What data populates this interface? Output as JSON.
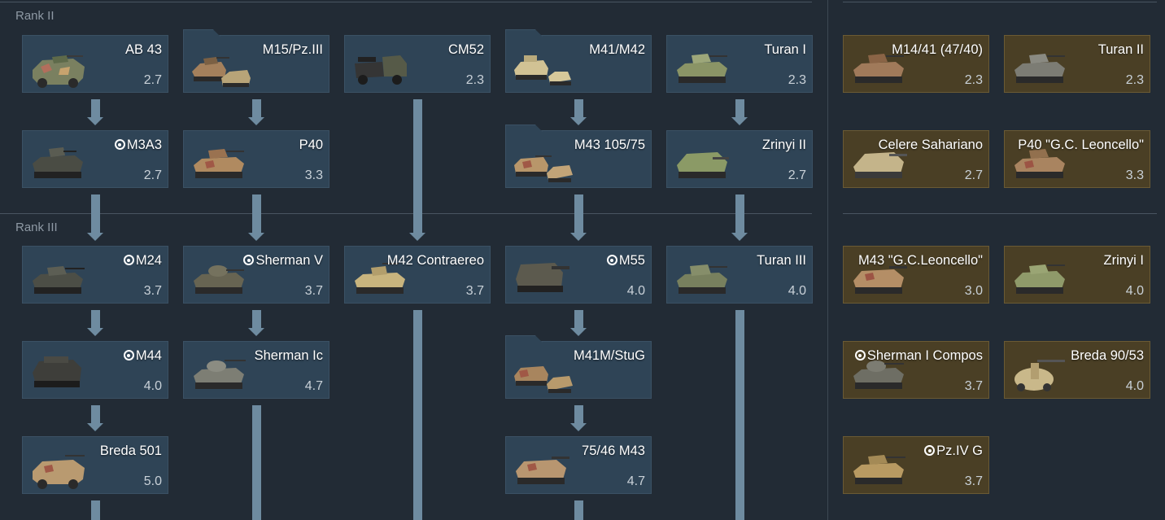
{
  "ranks": [
    "Rank II",
    "Rank III"
  ],
  "vehicles": {
    "ab43": {
      "name": "AB 43",
      "br": "2.7",
      "squad": false
    },
    "m15": {
      "name": "M15/Pz.III",
      "br": "",
      "squad": false
    },
    "cm52": {
      "name": "CM52",
      "br": "2.3",
      "squad": false
    },
    "m41m42": {
      "name": "M41/M42",
      "br": "",
      "squad": false
    },
    "turan1": {
      "name": "Turan I",
      "br": "2.3",
      "squad": false
    },
    "m3a3": {
      "name": "M3A3",
      "br": "2.7",
      "squad": true
    },
    "p40": {
      "name": "P40",
      "br": "3.3",
      "squad": false
    },
    "m43_105": {
      "name": "M43 105/75",
      "br": "",
      "squad": false
    },
    "zrinyi2": {
      "name": "Zrinyi II",
      "br": "2.7",
      "squad": false
    },
    "m24": {
      "name": "M24",
      "br": "3.7",
      "squad": true
    },
    "shermanv": {
      "name": "Sherman V",
      "br": "3.7",
      "squad": true
    },
    "m42c": {
      "name": "M42 Contraereo",
      "br": "3.7",
      "squad": false
    },
    "m55": {
      "name": "M55",
      "br": "4.0",
      "squad": true
    },
    "turan3": {
      "name": "Turan III",
      "br": "4.0",
      "squad": false
    },
    "m44": {
      "name": "M44",
      "br": "4.0",
      "squad": true
    },
    "shermanic": {
      "name": "Sherman Ic",
      "br": "4.7",
      "squad": false
    },
    "m41mstug": {
      "name": "M41M/StuG",
      "br": "",
      "squad": false
    },
    "breda501": {
      "name": "Breda 501",
      "br": "5.0",
      "squad": false
    },
    "m4346": {
      "name": "75/46 M43",
      "br": "4.7",
      "squad": false
    }
  },
  "premium": {
    "m1441": {
      "name": "M14/41 (47/40)",
      "br": "2.3",
      "squad": false
    },
    "turan2": {
      "name": "Turan II",
      "br": "2.3",
      "squad": false
    },
    "celere": {
      "name": "Celere Sahariano",
      "br": "2.7",
      "squad": false
    },
    "p40gc": {
      "name": "P40 \"G.C. Leoncello\"",
      "br": "3.3",
      "squad": false
    },
    "m43gc": {
      "name": "M43 \"G.C.Leoncello\"",
      "br": "3.0",
      "squad": false
    },
    "zrinyi1": {
      "name": "Zrinyi I",
      "br": "4.0",
      "squad": false
    },
    "shermanic_comp": {
      "name": "Sherman I Compos",
      "br": "3.7",
      "squad": true
    },
    "breda9053": {
      "name": "Breda 90/53",
      "br": "4.0",
      "squad": false
    },
    "pz4g": {
      "name": "Pz.IV G",
      "br": "3.7",
      "squad": true
    }
  },
  "colors": {
    "tile": "#2f4456",
    "premium_tile": "#4a3f25",
    "connector": "#6e8ba0",
    "background": "#222b35"
  }
}
